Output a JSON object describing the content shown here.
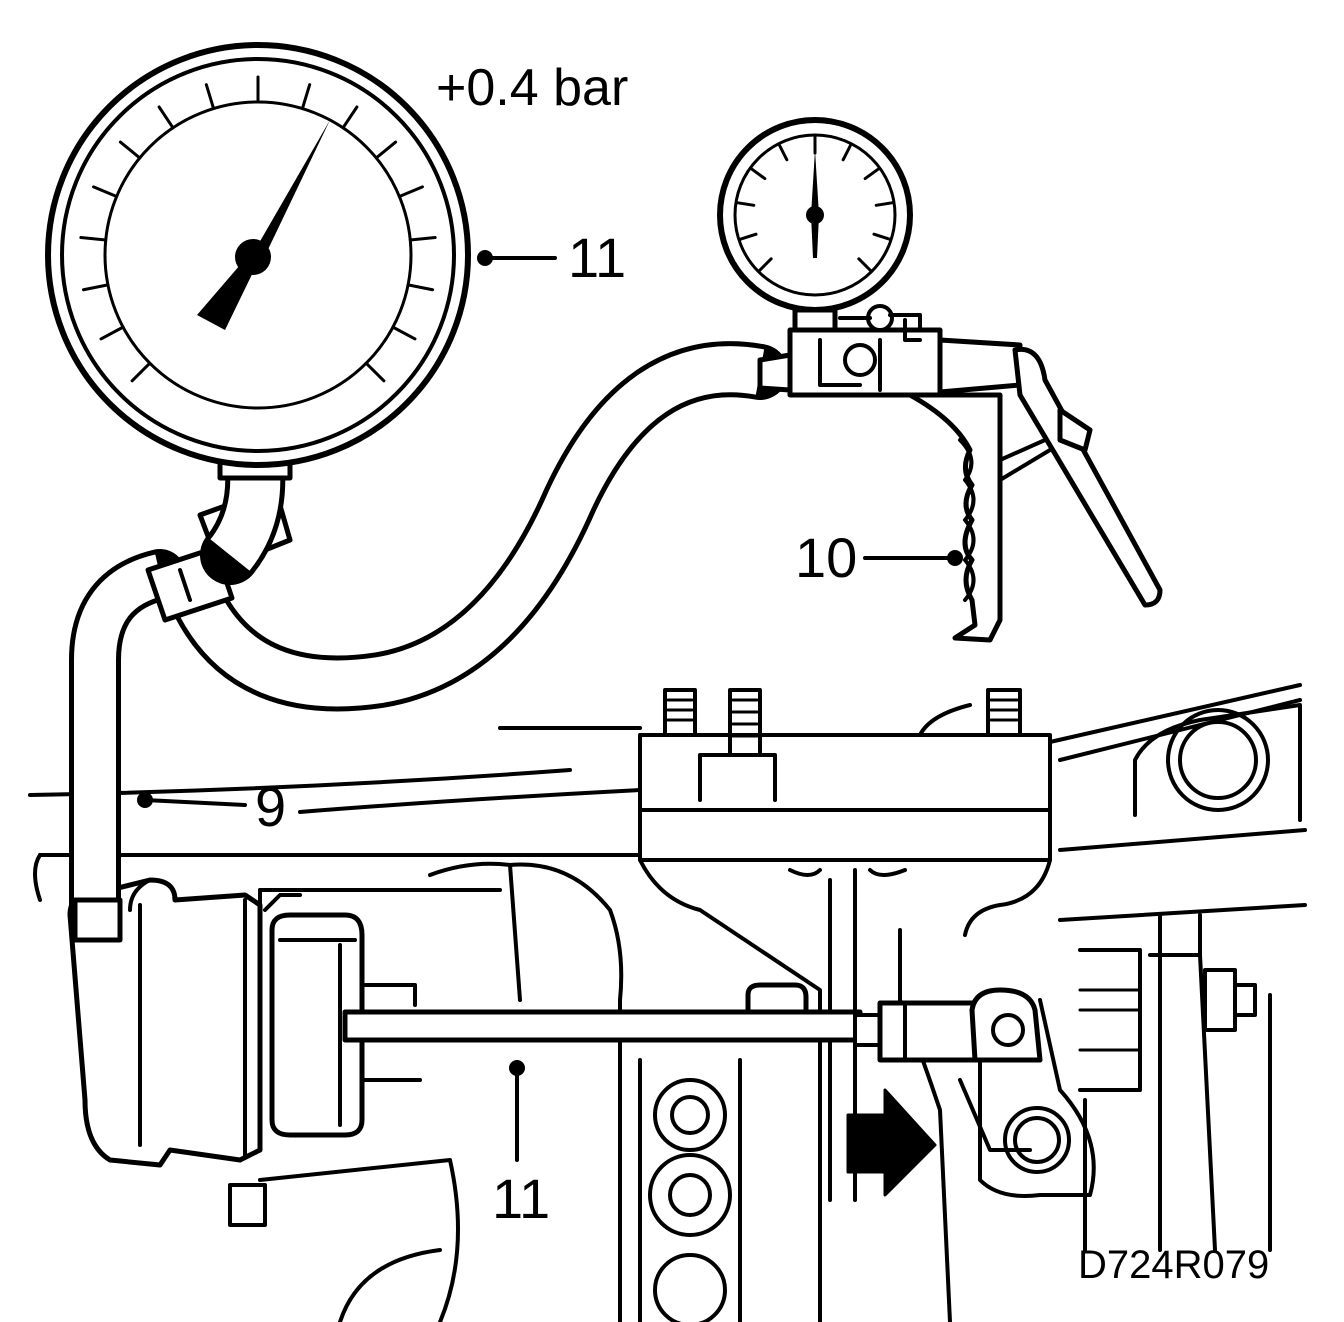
{
  "figure": {
    "pressure_annotation": "+0.4 bar",
    "drawing_code": "D724R079",
    "colors": {
      "ink": "#000000",
      "paper": "#ffffff"
    },
    "callouts": [
      {
        "id": "large-gauge",
        "label": "11"
      },
      {
        "id": "hand-pump",
        "label": "10"
      },
      {
        "id": "hose",
        "label": "9"
      },
      {
        "id": "actuator-rod",
        "label": "11"
      }
    ],
    "direction_arrow": "arrow-right-icon"
  }
}
